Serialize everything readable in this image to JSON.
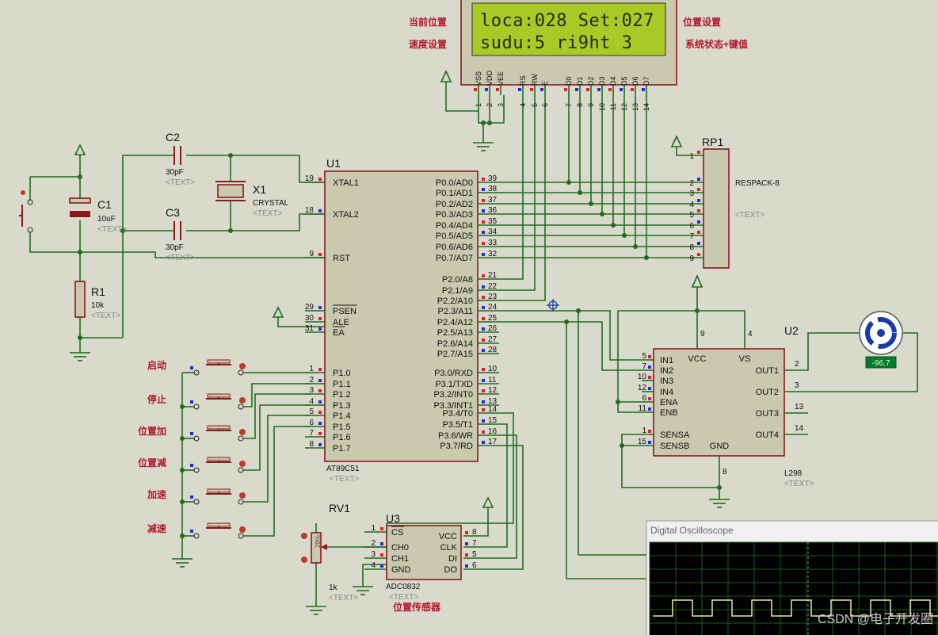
{
  "lcd": {
    "line1": "loca:028 Set:027",
    "line2": "sudu:5  ri9ht  3",
    "notes": {
      "cur_pos": "当前位置",
      "speed_set": "速度设置",
      "pos_set": "位置设置",
      "status": "系统状态+键值"
    },
    "pins": [
      "VSS",
      "VDD",
      "VEE",
      "RS",
      "RW",
      "E",
      "D0",
      "D1",
      "D2",
      "D3",
      "D4",
      "D5",
      "D6",
      "D7"
    ],
    "pin_nums": [
      "1",
      "2",
      "3",
      "4",
      "5",
      "6",
      "7",
      "8",
      "9",
      "10",
      "11",
      "12",
      "13",
      "14"
    ]
  },
  "u1": {
    "ref": "U1",
    "part": "AT89C51",
    "text": "<TEXT>",
    "left_pins": [
      {
        "num": "19",
        "name": "XTAL1"
      },
      {
        "num": "18",
        "name": "XTAL2"
      },
      {
        "num": "9",
        "name": "RST"
      },
      {
        "num": "29",
        "name": "PSEN"
      },
      {
        "num": "30",
        "name": "ALE"
      },
      {
        "num": "31",
        "name": "EA"
      },
      {
        "num": "1",
        "name": "P1.0"
      },
      {
        "num": "2",
        "name": "P1.1"
      },
      {
        "num": "3",
        "name": "P1.2"
      },
      {
        "num": "4",
        "name": "P1.3"
      },
      {
        "num": "5",
        "name": "P1.4"
      },
      {
        "num": "6",
        "name": "P1.5"
      },
      {
        "num": "7",
        "name": "P1.6"
      },
      {
        "num": "8",
        "name": "P1.7"
      }
    ],
    "right_pins": [
      {
        "num": "39",
        "name": "P0.0/AD0"
      },
      {
        "num": "38",
        "name": "P0.1/AD1"
      },
      {
        "num": "37",
        "name": "P0.2/AD2"
      },
      {
        "num": "36",
        "name": "P0.3/AD3"
      },
      {
        "num": "35",
        "name": "P0.4/AD4"
      },
      {
        "num": "34",
        "name": "P0.5/AD5"
      },
      {
        "num": "33",
        "name": "P0.6/AD6"
      },
      {
        "num": "32",
        "name": "P0.7/AD7"
      },
      {
        "num": "21",
        "name": "P2.0/A8"
      },
      {
        "num": "22",
        "name": "P2.1/A9"
      },
      {
        "num": "23",
        "name": "P2.2/A10"
      },
      {
        "num": "24",
        "name": "P2.3/A11"
      },
      {
        "num": "25",
        "name": "P2.4/A12"
      },
      {
        "num": "26",
        "name": "P2.5/A13"
      },
      {
        "num": "27",
        "name": "P2.6/A14"
      },
      {
        "num": "28",
        "name": "P2.7/A15"
      },
      {
        "num": "10",
        "name": "P3.0/RXD"
      },
      {
        "num": "11",
        "name": "P3.1/TXD"
      },
      {
        "num": "12",
        "name": "P3.2/INT0"
      },
      {
        "num": "13",
        "name": "P3.3/INT1"
      },
      {
        "num": "14",
        "name": "P3.4/T0"
      },
      {
        "num": "15",
        "name": "P3.5/T1"
      },
      {
        "num": "16",
        "name": "P3.6/WR"
      },
      {
        "num": "17",
        "name": "P3.7/RD"
      }
    ]
  },
  "c1": {
    "ref": "C1",
    "value": "10uF",
    "text": "<TEXT>"
  },
  "c2": {
    "ref": "C2",
    "value": "30pF",
    "text": "<TEXT>"
  },
  "c3": {
    "ref": "C3",
    "value": "30pF",
    "text": "<TEXT>"
  },
  "x1": {
    "ref": "X1",
    "value": "CRYSTAL",
    "text": "<TEXT>"
  },
  "r1": {
    "ref": "R1",
    "value": "10k",
    "text": "<TEXT>"
  },
  "rp1": {
    "ref": "RP1",
    "part": "RESPACK-8",
    "text": "<TEXT>",
    "pins": [
      "1",
      "2",
      "3",
      "4",
      "5",
      "6",
      "7",
      "8",
      "9"
    ]
  },
  "u2": {
    "ref": "U2",
    "part": "L298",
    "text": "<TEXT>",
    "left_pins": [
      {
        "num": "5",
        "name": "IN1"
      },
      {
        "num": "7",
        "name": "IN2"
      },
      {
        "num": "10",
        "name": "IN3"
      },
      {
        "num": "12",
        "name": "IN4"
      },
      {
        "num": "6",
        "name": "ENA"
      },
      {
        "num": "11",
        "name": "ENB"
      },
      {
        "num": "1",
        "name": "SENSA"
      },
      {
        "num": "15",
        "name": "SENSB"
      }
    ],
    "right_pins": [
      {
        "num": "2",
        "name": "OUT1"
      },
      {
        "num": "3",
        "name": "OUT2"
      },
      {
        "num": "13",
        "name": "OUT3"
      },
      {
        "num": "14",
        "name": "OUT4"
      }
    ],
    "top_pins": [
      {
        "num": "9",
        "name": "VCC"
      },
      {
        "num": "4",
        "name": "VS"
      }
    ],
    "bottom_pin": {
      "num": "8",
      "name": "GND"
    }
  },
  "motor": {
    "readout": "-96.7"
  },
  "rv1": {
    "ref": "RV1",
    "value": "1k",
    "text": "<TEXT>",
    "percent": "29%"
  },
  "u3": {
    "ref": "U3",
    "part": "ADC0832",
    "text": "<TEXT>",
    "note": "位置传感器",
    "left_pins": [
      {
        "num": "1",
        "name": "CS"
      },
      {
        "num": "2",
        "name": "CH0"
      },
      {
        "num": "3",
        "name": "CH1"
      },
      {
        "num": "4",
        "name": "GND"
      }
    ],
    "right_pins": [
      {
        "num": "8",
        "name": "VCC"
      },
      {
        "num": "7",
        "name": "CLK"
      },
      {
        "num": "5",
        "name": "DI"
      },
      {
        "num": "6",
        "name": "DO"
      }
    ]
  },
  "buttons": [
    "启动",
    "停止",
    "位置加",
    "位置减",
    "加速",
    "减速"
  ],
  "oscilloscope": {
    "title": "Digital Oscilloscope"
  },
  "watermark": "CSDN @电子开发圈",
  "colors": {
    "wire": "#1f6e1f",
    "body": "#c9c9b0",
    "outline": "#8b1a1a",
    "pinred": "#e0202a",
    "pinblue": "#2030e0",
    "label_red": "#b2182b",
    "lcd_bg": "#aac826"
  }
}
